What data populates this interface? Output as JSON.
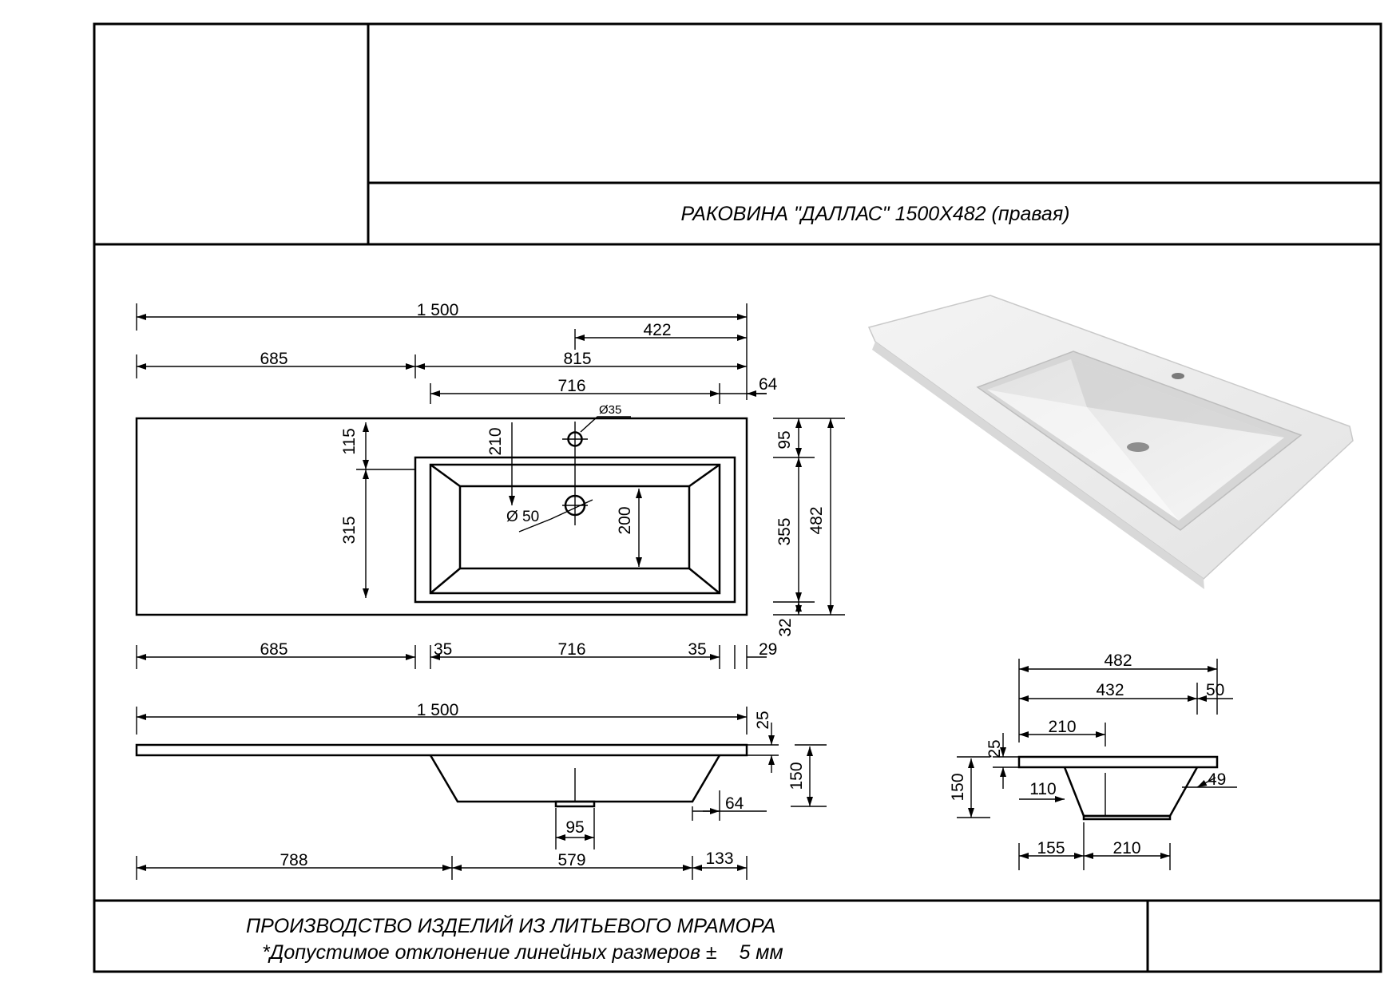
{
  "title": "РАКОВИНА \"ДАЛЛАС\" 1500Х482 (правая)",
  "footer": {
    "line1": "ПРОИЗВОДСТВО ИЗДЕЛИЙ ИЗ ЛИТЬЕВОГО МРАМОРА",
    "line2_prefix": "*Допустимое отклонение линейных размеров ±",
    "line2_value": "5 мм"
  },
  "dimensions": {
    "top_view": {
      "total_width": "1 500",
      "tap_offset": "422",
      "left_part": "685",
      "right_part": "815",
      "bowl_outer": "716",
      "right_margin": "64",
      "tap_hole": "Ø35",
      "drain_hole": "Ø 50",
      "bowl_top": "115",
      "bowl_depth": "315",
      "tap_to_drain": "210",
      "inner_height": "200",
      "top_edge": "95",
      "middle": "355",
      "total_depth": "482",
      "bottom_edge": "32",
      "bottom_left": "685",
      "rim_left": "35",
      "bottom_bowl": "716",
      "rim_right": "35",
      "right_gap": "29"
    },
    "front_view": {
      "total_width": "1 500",
      "thickness": "25",
      "height": "150",
      "right_slope": "64",
      "drain": "95",
      "left_offset": "788",
      "bowl_bottom": "579",
      "right_offset": "133"
    },
    "side_view": {
      "total_depth": "482",
      "inner": "432",
      "front": "50",
      "to_drain": "210",
      "thickness": "25",
      "height": "150",
      "back_slope": "110",
      "front_slope": "49",
      "bottom_left": "155",
      "bottom_width": "210"
    }
  }
}
